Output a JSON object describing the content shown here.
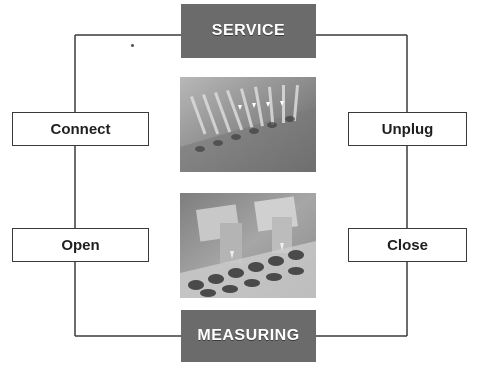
{
  "states": {
    "top": "SERVICE",
    "bottom": "MEASURING"
  },
  "actions": {
    "connect": "Connect",
    "open": "Open",
    "unplug": "Unplug",
    "close": "Close"
  },
  "colors": {
    "state_fill": "#6b6b6b",
    "state_text": "#ffffff",
    "line": "#3a3a3a",
    "box_border": "#3a3a3a"
  },
  "photos": {
    "top": "connector-pins-photo",
    "bottom": "connector-sockets-photo"
  }
}
